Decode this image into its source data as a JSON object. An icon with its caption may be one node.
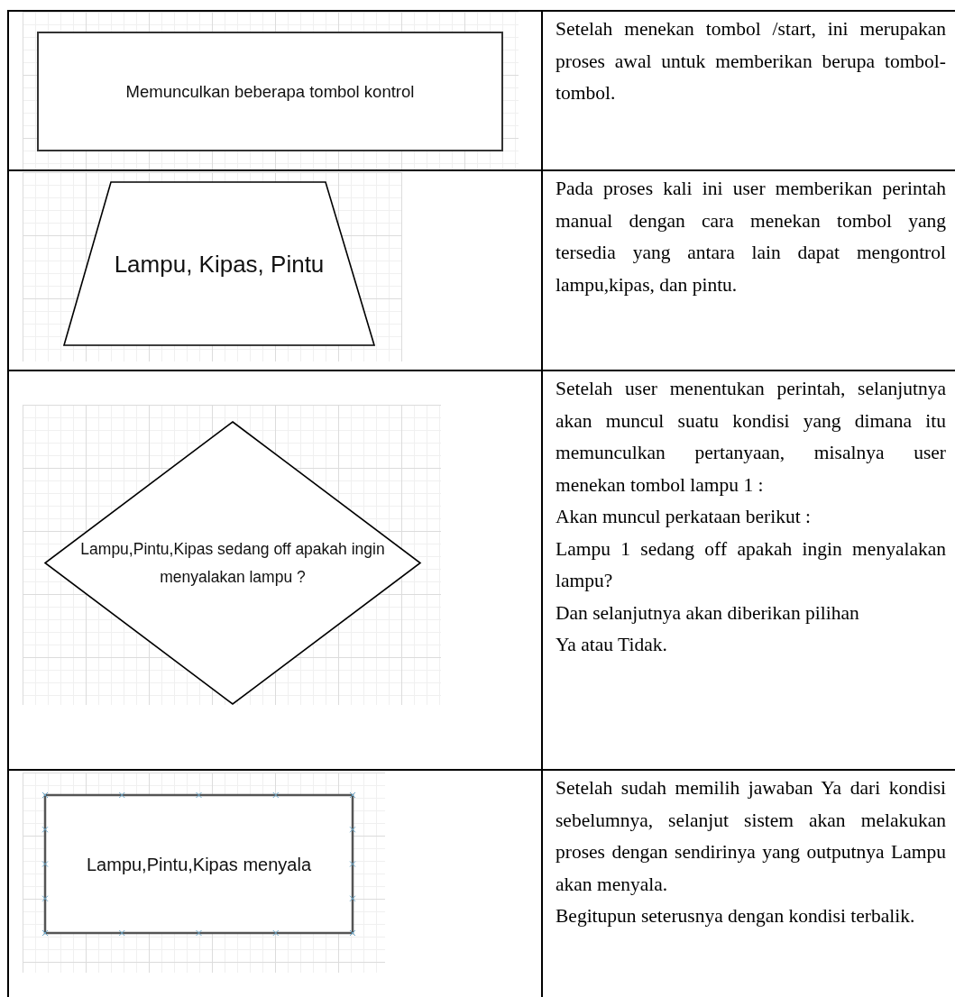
{
  "diagram": {
    "nodes": [
      {
        "text": [
          "Memunculkan beberapa tombol kontrol"
        ]
      },
      {
        "text": [
          "Lampu, Kipas, Pintu"
        ]
      },
      {
        "text": [
          "Lampu,Pintu,Kipas sedang off apakah ingin menyalakan lampu ?"
        ]
      },
      {
        "text": [
          "Lampu,Pintu,Kipas menyala"
        ]
      }
    ],
    "labels": [
      "Setelah menekan tombol /start, ini merupakan proses awal untuk memberikan berupa tombol-tombol.",
      "Pada proses kali ini user memberikan perintah manual dengan cara menekan tombol yang tersedia yang antara lain dapat mengontrol lampu,kipas, dan pintu.",
      "Setelah user menentukan perintah, selanjutnya akan muncul suatu kondisi yang dimana itu memunculkan pertanyaan, misalnya user menekan tombol lampu 1 :",
      "Akan muncul perkataan berikut :",
      "Lampu 1  sedang off apakah ingin menyalakan lampu?",
      "Dan selanjutnya akan diberikan pilihan",
      "Ya atau Tidak.",
      "Setelah sudah memilih jawaban Ya dari kondisi sebelumnya, selanjut sistem akan melakukan proses dengan sendirinya yang outputnya Lampu akan menyala.",
      "Begitupun seterusnya dengan kondisi terbalik."
    ]
  }
}
